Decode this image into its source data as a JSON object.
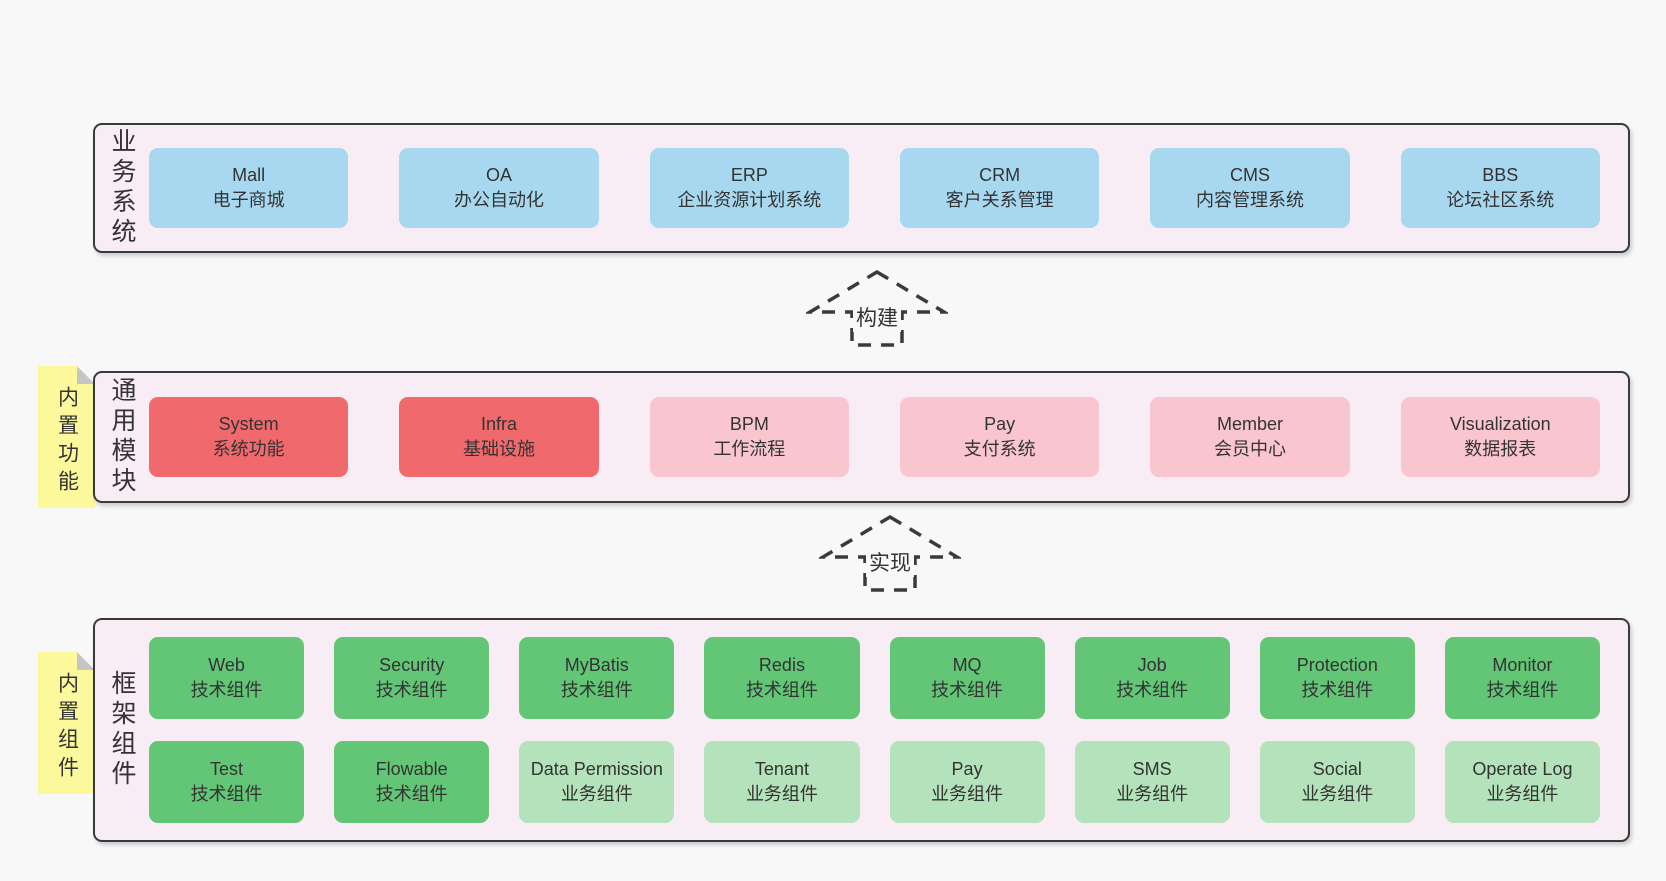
{
  "colors": {
    "page_bg": "#f8f8f8",
    "panel_bg": "#f8edf5",
    "panel_border": "#3a3a3a",
    "blue_box": "#a8d8f0",
    "red_box": "#f0696c",
    "pink_box": "#f9c6d0",
    "green_box": "#62c676",
    "light_green_box": "#b4e2ba",
    "sticky_note": "#fbf99c",
    "text": "#333333"
  },
  "notes": [
    {
      "text": "内置功能"
    },
    {
      "text": "内置组件"
    }
  ],
  "arrows": [
    {
      "label": "构建"
    },
    {
      "label": "实现"
    }
  ],
  "layers": [
    {
      "label": "业务系统",
      "boxes": [
        {
          "name": "Mall",
          "desc": "电子商城"
        },
        {
          "name": "OA",
          "desc": "办公自动化"
        },
        {
          "name": "ERP",
          "desc": "企业资源计划系统"
        },
        {
          "name": "CRM",
          "desc": "客户关系管理"
        },
        {
          "name": "CMS",
          "desc": "内容管理系统"
        },
        {
          "name": "BBS",
          "desc": "论坛社区系统"
        }
      ]
    },
    {
      "label": "通用模块",
      "boxes": [
        {
          "name": "System",
          "desc": "系统功能"
        },
        {
          "name": "Infra",
          "desc": "基础设施"
        },
        {
          "name": "BPM",
          "desc": "工作流程"
        },
        {
          "name": "Pay",
          "desc": "支付系统"
        },
        {
          "name": "Member",
          "desc": "会员中心"
        },
        {
          "name": "Visualization",
          "desc": "数据报表"
        }
      ]
    },
    {
      "label": "框架组件",
      "rows": [
        [
          {
            "name": "Web",
            "desc": "技术组件"
          },
          {
            "name": "Security",
            "desc": "技术组件"
          },
          {
            "name": "MyBatis",
            "desc": "技术组件"
          },
          {
            "name": "Redis",
            "desc": "技术组件"
          },
          {
            "name": "MQ",
            "desc": "技术组件"
          },
          {
            "name": "Job",
            "desc": "技术组件"
          },
          {
            "name": "Protection",
            "desc": "技术组件"
          },
          {
            "name": "Monitor",
            "desc": "技术组件"
          }
        ],
        [
          {
            "name": "Test",
            "desc": "技术组件"
          },
          {
            "name": "Flowable",
            "desc": "技术组件"
          },
          {
            "name": "Data Permission",
            "desc": "业务组件"
          },
          {
            "name": "Tenant",
            "desc": "业务组件"
          },
          {
            "name": "Pay",
            "desc": "业务组件"
          },
          {
            "name": "SMS",
            "desc": "业务组件"
          },
          {
            "name": "Social",
            "desc": "业务组件"
          },
          {
            "name": "Operate Log",
            "desc": "业务组件"
          }
        ]
      ]
    }
  ]
}
